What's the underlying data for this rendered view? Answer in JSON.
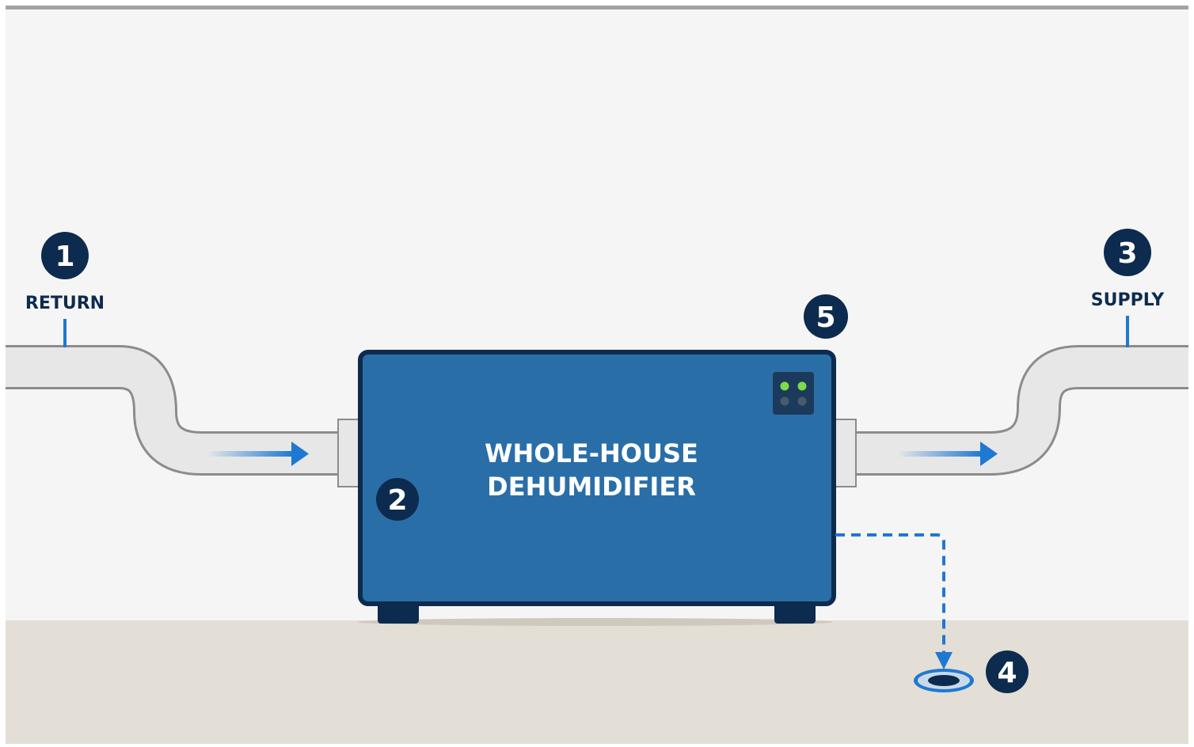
{
  "labels": {
    "return": "RETURN",
    "supply": "SUPPLY",
    "unit_line1": "WHOLE-HOUSE",
    "unit_line2": "DEHUMIDIFIER"
  },
  "markers": {
    "m1": "1",
    "m2": "2",
    "m3": "3",
    "m4": "4",
    "m5": "5"
  },
  "colors": {
    "wall": "#f5f5f5",
    "floor": "#e3ded6",
    "duct_fill": "#e7e7e7",
    "duct_outline": "#8c8c8c",
    "unit_body": "#2a6ea8",
    "unit_border": "#0d2b4e",
    "marker": "#0d2b4e",
    "flow_arrow": "#1f78d1",
    "status_led": "#7ddc4a"
  }
}
